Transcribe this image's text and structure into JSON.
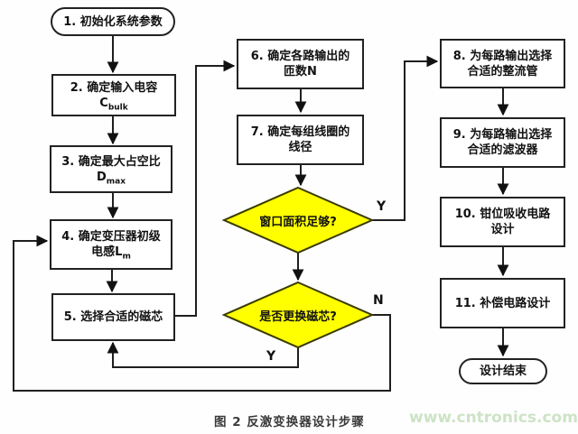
{
  "figure": {
    "caption": "图 2 反激变换器设计步骤",
    "watermark": "www.cntronics.com"
  },
  "colors": {
    "decision_fill": "#ffff00",
    "box_border": "#222222",
    "watermark_green": "#cde3c6"
  },
  "flowchart": {
    "start": {
      "label": "1. 初始化系统参数"
    },
    "steps": {
      "n2": {
        "line1": "2. 确定输入电容",
        "formula_base": "C",
        "formula_sub": "bulk"
      },
      "n3": {
        "line1": "3. 确定最大占空比",
        "formula_base": "D",
        "formula_sub": "max"
      },
      "n4": {
        "line1": "4. 确定变压器初级",
        "line2_prefix": "电感",
        "formula_base": "L",
        "formula_sub": "m"
      },
      "n5": {
        "line1": "5. 选择合适的磁芯"
      },
      "n6": {
        "line1": "6. 确定各路输出的",
        "line2": "匝数N"
      },
      "n7": {
        "line1": "7. 确定每组线圈的",
        "line2": "线径"
      },
      "n8": {
        "line1": "8. 为每路输出选择",
        "line2": "合适的整流管"
      },
      "n9": {
        "line1": "9. 为每路输出选择",
        "line2": "合适的滤波器"
      },
      "n10": {
        "line1": "10. 钳位吸收电路",
        "line2": "设计"
      },
      "n11": {
        "line1": "11. 补偿电路设计"
      }
    },
    "decisions": {
      "d1": {
        "label": "窗口面积足够?",
        "yes_label": "Y"
      },
      "d2": {
        "label": "是否更换磁芯?",
        "yes_label": "Y",
        "no_label": "N"
      }
    },
    "end": {
      "label": "设计结束"
    }
  }
}
